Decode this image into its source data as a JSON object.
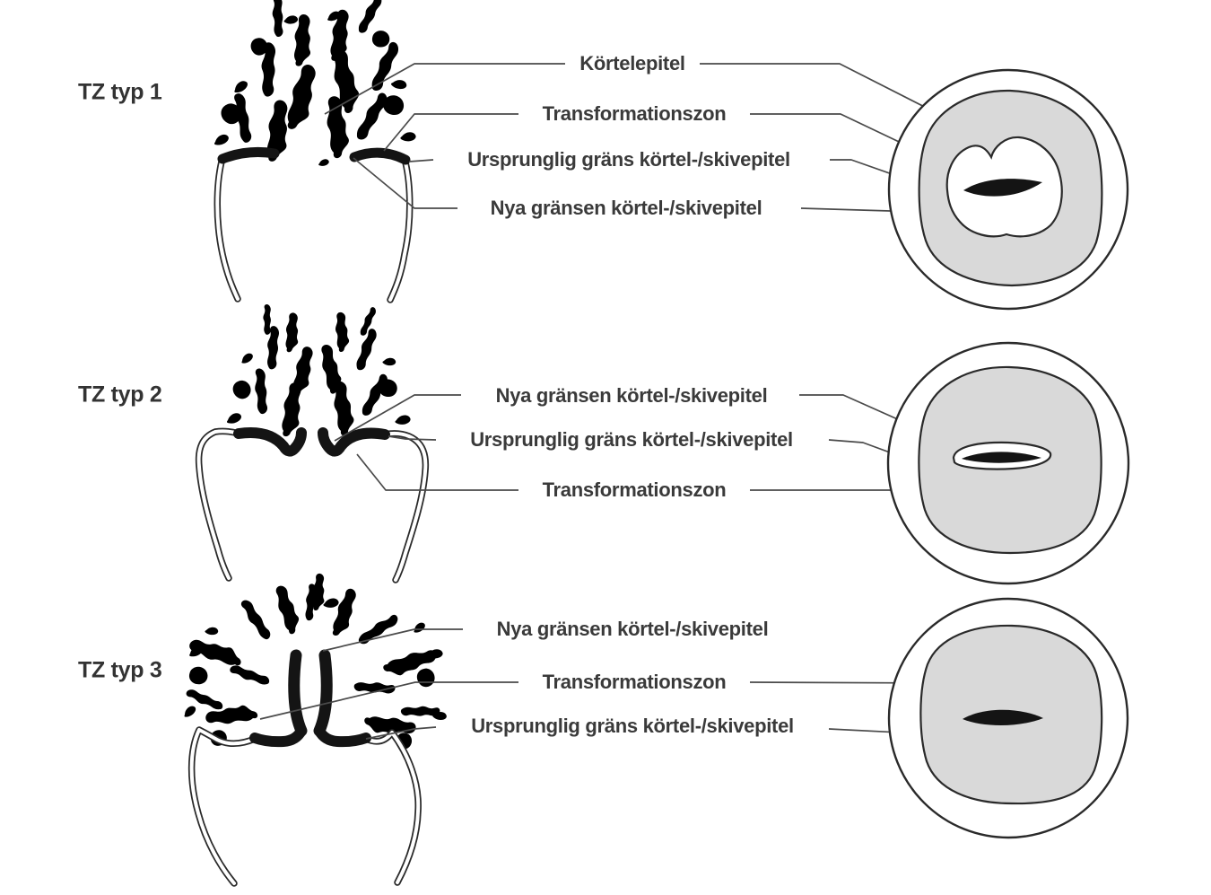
{
  "figure": {
    "rows": [
      {
        "type_label": "TZ typ 1",
        "annotations": {
          "kortelepitel": "Körtelepitel",
          "transformationszon": "Transformationszon",
          "ursprunglig": "Ursprunglig gräns körtel-/skivepitel",
          "nya": "Nya gränsen körtel-/skivepitel"
        }
      },
      {
        "type_label": "TZ typ 2",
        "annotations": {
          "nya": "Nya gränsen körtel-/skivepitel",
          "ursprunglig": "Ursprunglig gräns körtel-/skivepitel",
          "transformationszon": "Transformationszon"
        }
      },
      {
        "type_label": "TZ typ 3",
        "annotations": {
          "nya": "Nya gränsen körtel-/skivepitel",
          "transformationszon": "Transformationszon",
          "ursprunglig": "Ursprunglig gräns körtel-/skivepitel"
        }
      }
    ],
    "colors": {
      "ink": "#2a2a2a",
      "leader_line": "#4a4a4a",
      "label_text": "#3a3a3a",
      "transformation_zone_fill": "#d9d9d9",
      "os_fill": "#141414",
      "background": "#ffffff"
    }
  }
}
